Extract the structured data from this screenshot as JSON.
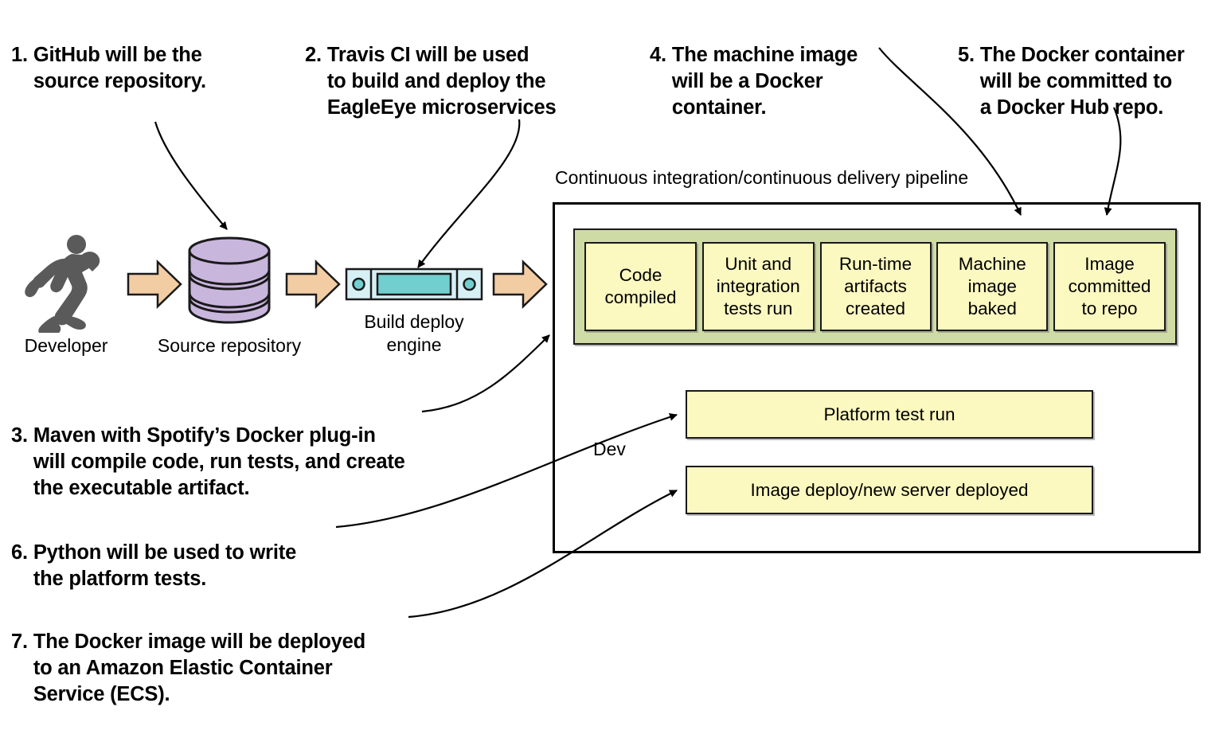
{
  "notes": [
    {
      "num": "1.",
      "text": "GitHub will be the\nsource repository."
    },
    {
      "num": "2.",
      "text": "Travis CI will be used\nto build and deploy the\nEagleEye microservices"
    },
    {
      "num": "4.",
      "text": "The machine image\nwill be a Docker\ncontainer."
    },
    {
      "num": "5.",
      "text": "The Docker container\nwill be committed to\na Docker Hub repo."
    },
    {
      "num": "3.",
      "text": "Maven with Spotify’s Docker plug-in\nwill compile code, run tests, and create\nthe executable artifact."
    },
    {
      "num": "6.",
      "text": "Python will be used to write\nthe platform tests."
    },
    {
      "num": "7.",
      "text": "The Docker image will be deployed\nto an Amazon Elastic Container\nService (ECS)."
    }
  ],
  "flow": {
    "developer_label": "Developer",
    "repo_label": "Source repository",
    "build_label": "Build deploy\nengine",
    "developer_icon": "runner-silhouette-icon",
    "repo_icon": "database-cylinder-icon",
    "build_icon": "build-server-icon",
    "arrow_icon": "block-arrow-right-icon"
  },
  "pipeline": {
    "title": "Continuous integration/continuous delivery pipeline",
    "dev_label": "Dev",
    "stages": [
      "Code\ncompiled",
      "Unit and\nintegration\ntests run",
      "Run-time\nartifacts\ncreated",
      "Machine\nimage\nbaked",
      "Image\ncommitted\nto repo"
    ],
    "wide_boxes": [
      "Platform test run",
      "Image deploy/new server deployed"
    ]
  },
  "colors": {
    "green_band": "#cfdba4",
    "yellow_box": "#fbf8c0",
    "flow_arrow": "#f2cda4",
    "database": "#c9b6dd",
    "build_engine_body": "#d7f0f5",
    "build_engine_screen": "#72cfcf",
    "runner": "#5a5a5a",
    "outline": "#1a1a1a"
  }
}
